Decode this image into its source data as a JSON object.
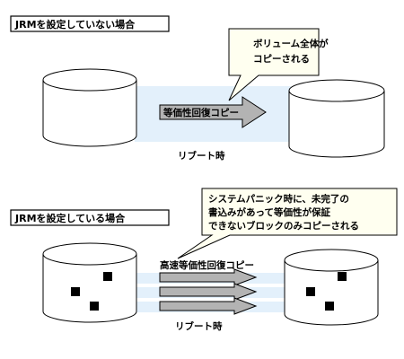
{
  "top": {
    "title": "JRMを設定していない場合",
    "callout_lines": [
      "ボリューム全体が",
      "コピーされる"
    ],
    "arrow_label": "等価性回復コピー",
    "caption": "リブート時"
  },
  "bottom": {
    "title": "JRMを設定している場合",
    "callout_lines": [
      "システムパニック時に、未完了の",
      "書込みがあって等価性が保証",
      "できないブロックのみコピーされる"
    ],
    "arrow_label": "高速等価性回復コピー",
    "caption": "リブート時"
  },
  "colors": {
    "callout_fill": "#fffff0",
    "copy_band": "#e3f0fb",
    "arrow_fill": "#b3b3b3",
    "stroke": "#000000"
  }
}
